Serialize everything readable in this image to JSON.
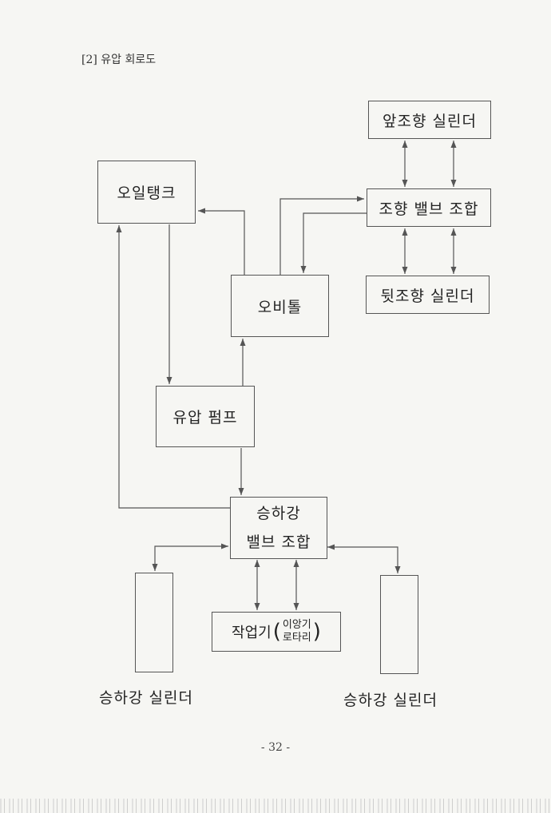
{
  "heading": "[2] 유압 회로도",
  "boxes": {
    "front_cylinder": "앞조향 실린더",
    "oil_tank": "오일탱크",
    "steering_valve": "조향 밸브 조합",
    "rear_cylinder": "뒷조향 실린더",
    "orbitrol": "오비톨",
    "hydraulic_pump": "유압 펌프",
    "lift_valve_line1": "승하강",
    "lift_valve_line2": "밸브 조합",
    "implement_main": "작업기",
    "implement_sub_line1": "이앙기",
    "implement_sub_line2": "로타리"
  },
  "cylinder_labels": {
    "left": "승하강 실린더",
    "right": "승하강 실린더"
  },
  "page_number": "- 32 -",
  "colors": {
    "line": "#555555",
    "background": "#f6f6f3"
  }
}
